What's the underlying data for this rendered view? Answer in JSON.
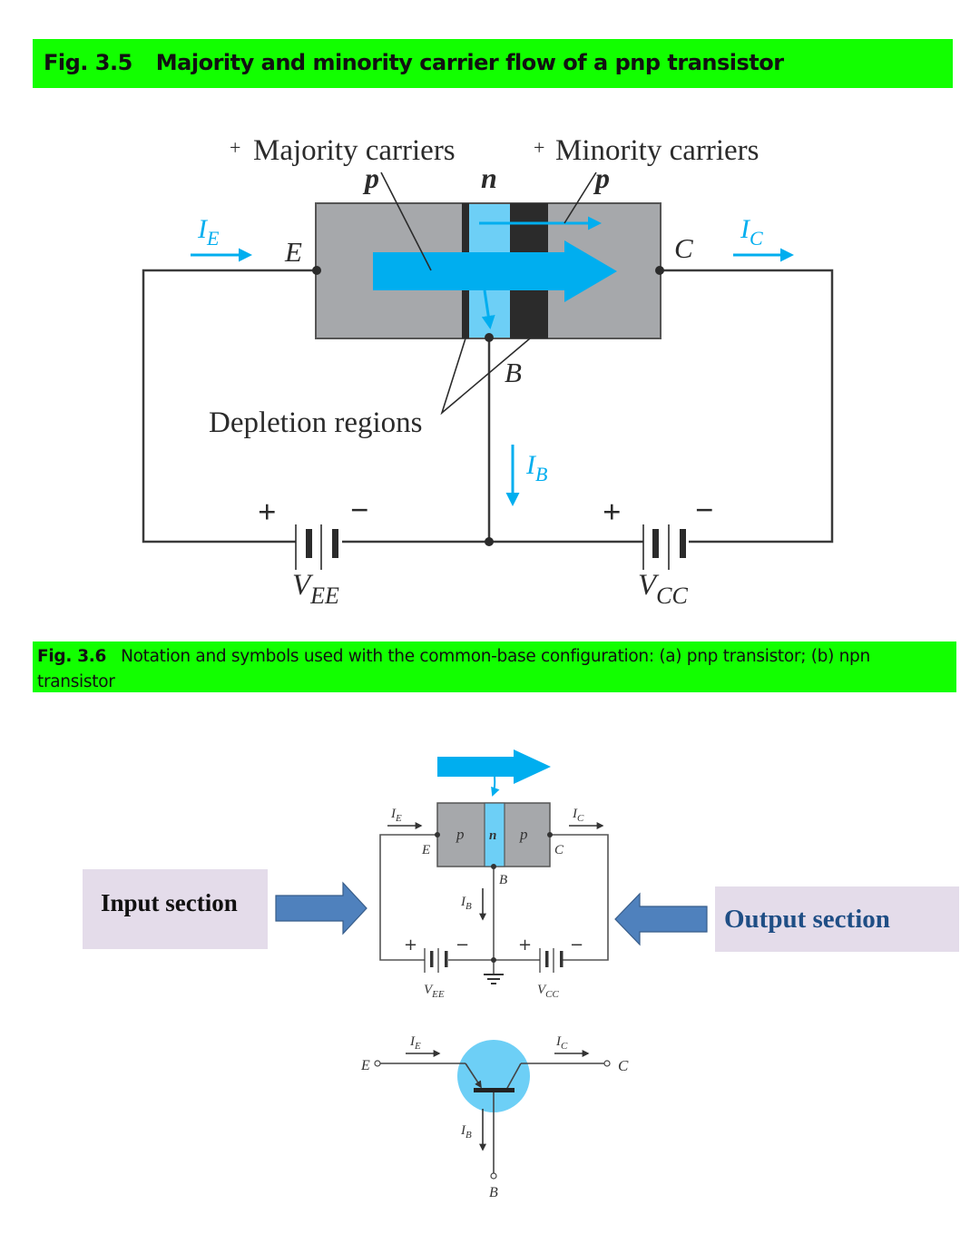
{
  "figure_3_5": {
    "caption_number": "Fig. 3.5",
    "caption_text": "Majority and minority carrier flow of a pnp transistor",
    "labels": {
      "majority_carriers": "Majority carriers",
      "minority_carriers": "Minority carriers",
      "plus": "+",
      "minus": "−",
      "p_left": "p",
      "n_mid": "n",
      "p_right": "p",
      "emitter": "E",
      "collector": "C",
      "base": "B",
      "depletion_regions": "Depletion regions",
      "ie_main": "I",
      "ie_sub": "E",
      "ic_main": "I",
      "ic_sub": "C",
      "ib_main": "I",
      "ib_sub": "B",
      "vee_main": "V",
      "vee_sub": "EE",
      "vcc_main": "V",
      "vcc_sub": "CC"
    },
    "colors": {
      "banner": "#12ff00",
      "semiconductor_gray": "#a6a8ab",
      "n_region": "#6dcff6",
      "carrier_flow": "#00aeef",
      "depletion": "#2b2b2b",
      "wire": "#3a3a3a"
    }
  },
  "figure_3_6": {
    "caption_number": "Fig. 3.6",
    "caption_text": "Notation and symbols used with the common-base configuration: (a) pnp transistor; (b) npn transistor",
    "input_section_label": "Input section",
    "output_section_label": "Output section",
    "labels": {
      "p_left": "p",
      "n_mid": "n",
      "p_right": "p",
      "emitter": "E",
      "collector": "C",
      "base": "B",
      "plus": "+",
      "minus": "−",
      "ie_main": "I",
      "ie_sub": "E",
      "ic_main": "I",
      "ic_sub": "C",
      "ib_main": "I",
      "ib_sub": "B",
      "vee_main": "V",
      "vee_sub": "EE",
      "vcc_main": "V",
      "vcc_sub": "CC"
    },
    "colors": {
      "section_box": "#e4dcea",
      "section_arrow": "#4f81bd",
      "output_text": "#1f4e85",
      "symbol_circle": "#6dcff6"
    }
  }
}
